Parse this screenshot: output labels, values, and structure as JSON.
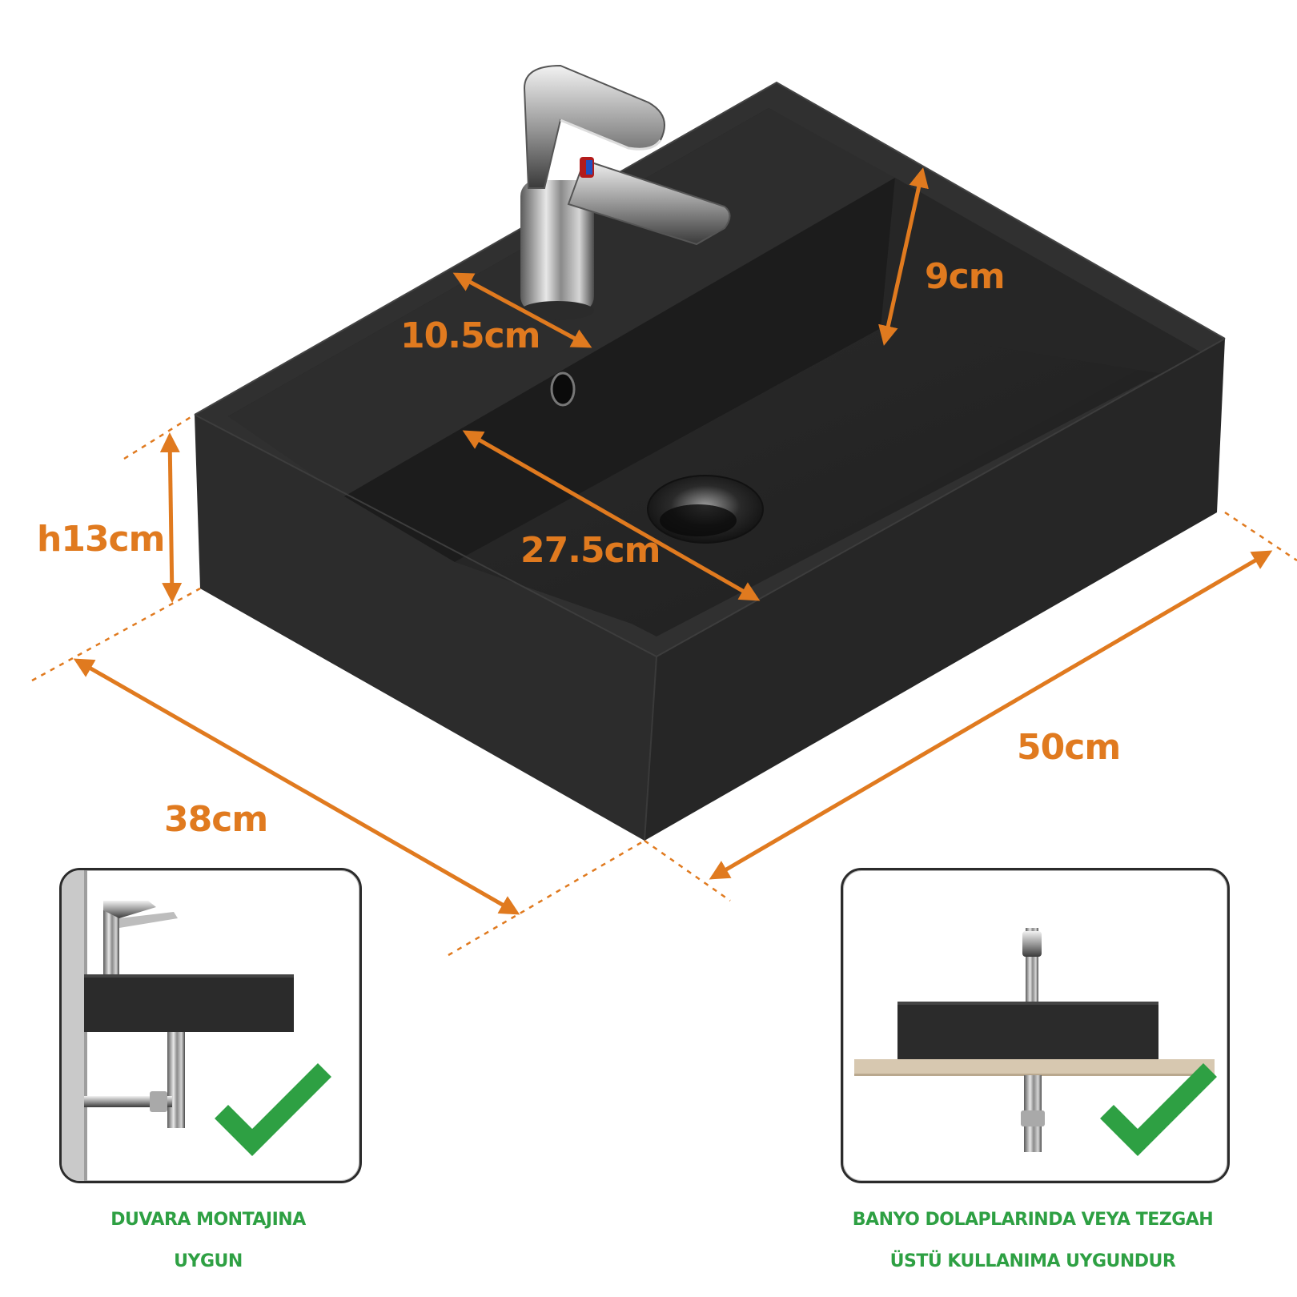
{
  "dimensions": {
    "depth_top": "10.5cm",
    "inner_depth": "9cm",
    "height": "h13cm",
    "inner_length": "27.5cm",
    "width": "50cm",
    "length": "38cm"
  },
  "mounting_options": [
    {
      "lines": [
        "DUVARA MONTAJINA",
        "UYGUN"
      ],
      "check_icon": "checkmark-icon"
    },
    {
      "lines": [
        "BANYO DOLAPLARINDA VEYA TEZGAH",
        "ÜSTÜ KULLANIMA UYGUNDUR"
      ],
      "check_icon": "checkmark-icon"
    }
  ],
  "colors": {
    "dimension": "#E07A1F",
    "caption": "#2EA043",
    "sink": "#2a2a2a",
    "check": "#2EA043"
  }
}
